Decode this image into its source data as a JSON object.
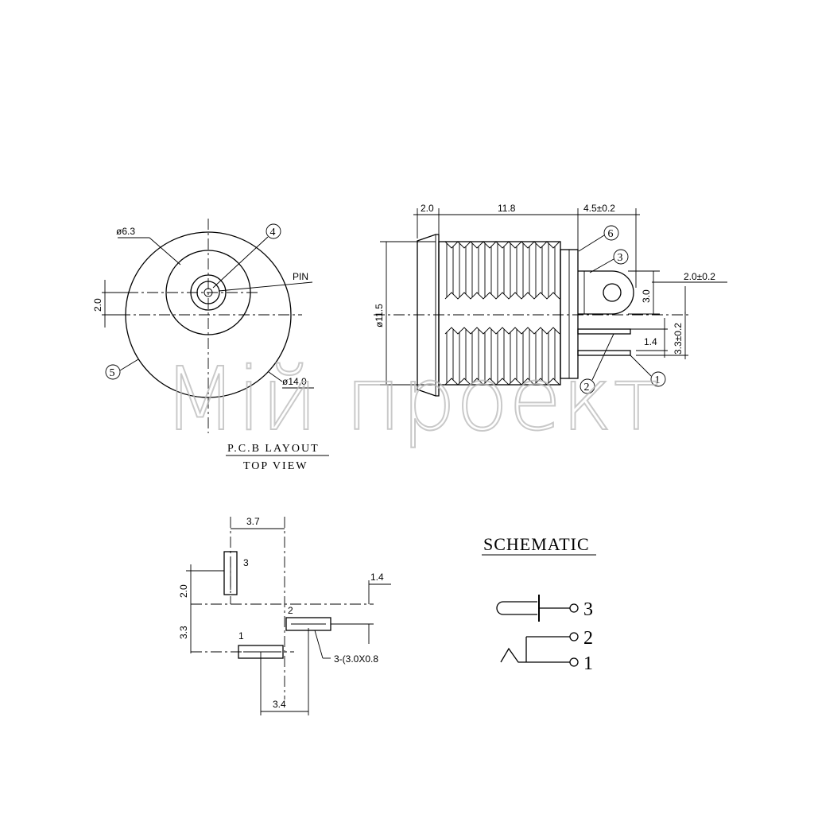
{
  "top_view": {
    "dim_d63": "ø6.3",
    "dim_20": "2.0",
    "dim_d140": "ø14.0",
    "pin_label": "PIN",
    "callout_4": "4",
    "callout_5": "5",
    "title_line1": "P.C.B LAYOUT",
    "title_line2": "TOP VIEW"
  },
  "side_view": {
    "dim_20": "2.0",
    "dim_118": "11.8",
    "dim_45": "4.5±0.2",
    "dim_d115": "ø11.5",
    "dim_30": "3.0",
    "dim_20b": "2.0±0.2",
    "dim_14": "1.4",
    "dim_33": "3.3±0.2",
    "callout_1": "1",
    "callout_2": "2",
    "callout_3": "3",
    "callout_6": "6"
  },
  "pcb_layout": {
    "dim_37": "3.7",
    "dim_14": "1.4",
    "dim_20": "2.0",
    "dim_33": "3.3",
    "dim_34": "3.4",
    "pad_1": "1",
    "pad_2": "2",
    "pad_3": "3",
    "slot_note": "3-(3.0X0.8"
  },
  "schematic": {
    "title": "SCHEMATIC",
    "pin_3": "3",
    "pin_2": "2",
    "pin_1": "1"
  },
  "watermark": "Мій проект"
}
